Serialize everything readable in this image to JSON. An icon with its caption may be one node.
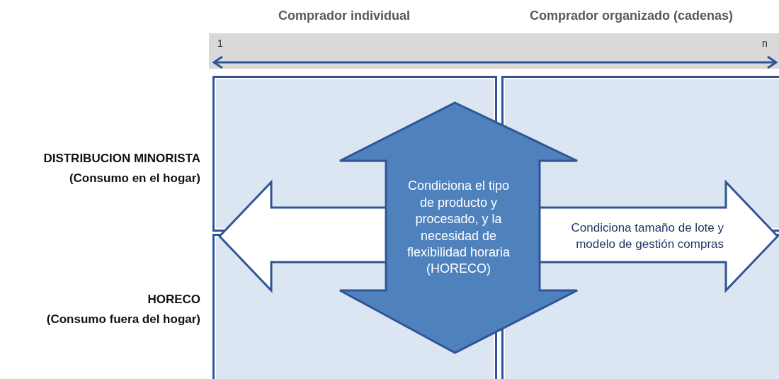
{
  "diagram": {
    "nodes": [
      {
        "text": [],
        "shape": "arrow"
      },
      {
        "text": [
          "Condiciona tamaño de lote y modelo de gestión compras"
        ]
      },
      {
        "text": [
          "Condiciona el tipo de producto y procesado, y la necesidad de flexibilidad horaria (HORECO)"
        ]
      }
    ],
    "labels": [
      "Comprador individual",
      "Comprador organizado (cadenas)",
      "1",
      "n",
      "DISTRIBUCION MINORISTA",
      "(Consumo en el hogar)",
      "HORECO",
      "(Consumo fuera del hogar)"
    ]
  }
}
